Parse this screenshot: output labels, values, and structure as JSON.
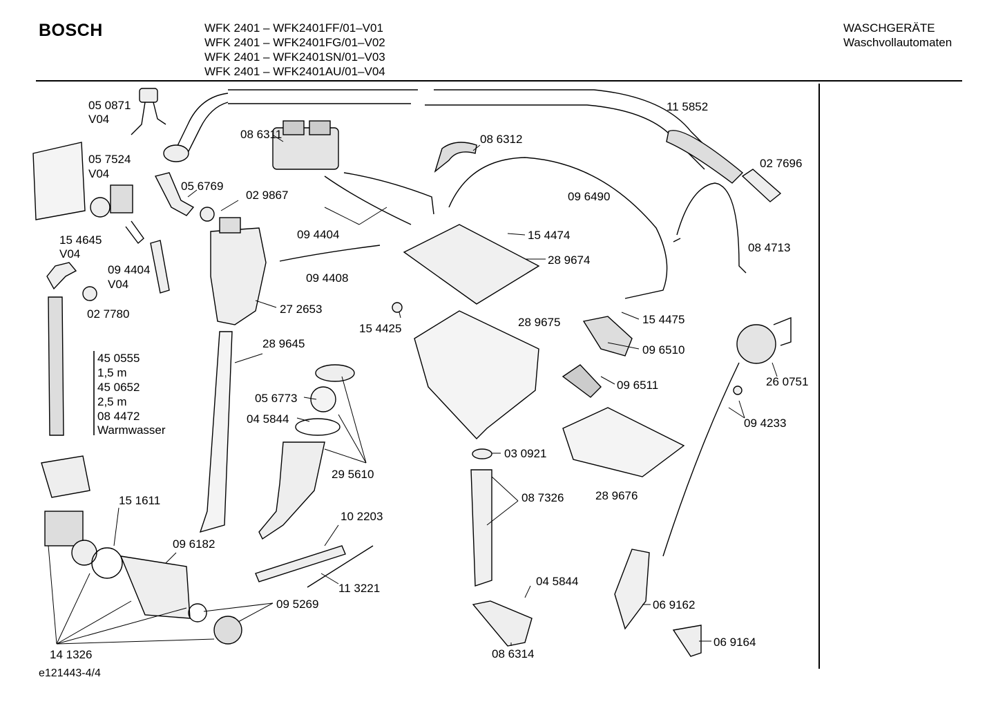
{
  "header": {
    "brand": "BOSCH",
    "models": [
      "WFK 2401 – WFK2401FF/01–V01",
      "WFK 2401 – WFK2401FG/01–V02",
      "WFK 2401 – WFK2401SN/01–V03",
      "WFK 2401 – WFK2401AU/01–V04"
    ],
    "category": "WASCHGERÄTE",
    "subcategory": "Waschvollautomaten"
  },
  "footer": {
    "drawing_id": "e121443-4/4"
  },
  "parts": {
    "p050871": "05 0871",
    "v04_a": "V04",
    "p057524": "05 7524",
    "v04_b": "V04",
    "p086311": "08 6311",
    "p086312": "08 6312",
    "p115852": "11 5852",
    "p027696": "02 7696",
    "p056769": "05 6769",
    "p029867": "02 9867",
    "p096490": "09 6490",
    "p094404_a": "09 4404",
    "p154474": "15 4474",
    "p084713": "08 4713",
    "p154645": "15 4645",
    "v04_c": "V04",
    "p094404_b": "09 4404",
    "v04_d": "V04",
    "p289674": "28 9674",
    "p094408": "09 4408",
    "p027780": "02 7780",
    "p272653": "27 2653",
    "p154425": "15 4425",
    "p289675": "28 9675",
    "p154475": "15 4475",
    "p289645": "28 9645",
    "p096510": "09 6510",
    "p260751": "26 0751",
    "p450555": "45 0555",
    "len15": "1,5 m",
    "p450652": "45 0652",
    "len25": "2,5 m",
    "p084472": "08 4472",
    "warmwasser": "Warmwasser",
    "p096511": "09 6511",
    "p056773": "05 6773",
    "p045844_a": "04 5844",
    "p094233": "09 4233",
    "p295610": "29 5610",
    "p030921": "03 0921",
    "p087326": "08 7326",
    "p289676": "28 9676",
    "p151611": "15 1611",
    "p102203": "10 2203",
    "p096182": "09 6182",
    "p113221": "11 3221",
    "p045844_b": "04 5844",
    "p095269": "09 5269",
    "p069162": "06 9162",
    "p141326": "14 1326",
    "p086314": "08 6314",
    "p069164": "06 9164"
  }
}
